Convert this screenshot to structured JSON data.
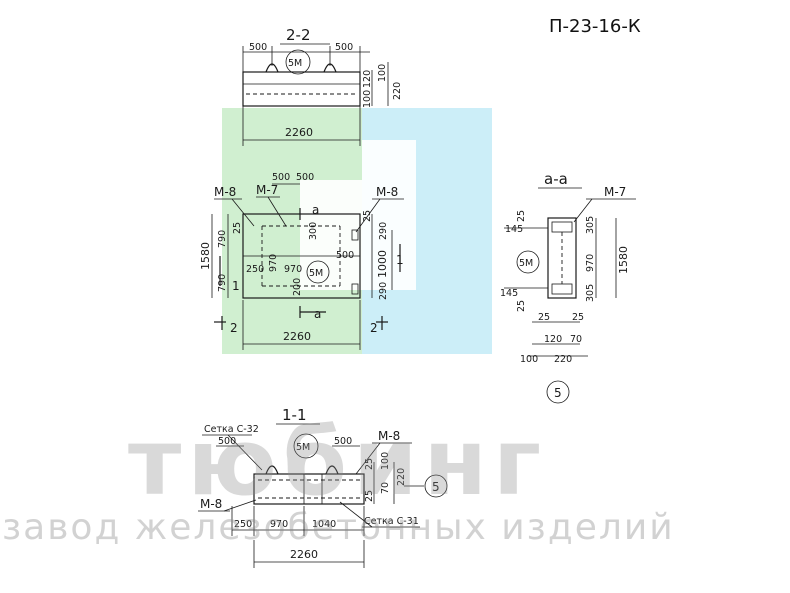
{
  "drawing_number": "П-23-16-К",
  "watermark": {
    "brand": "тюбинг",
    "tagline": "завод железобетонных изделий",
    "colors": {
      "green": "#c8ecc8",
      "blue": "#c6ecf7",
      "gray": "#8c8c8c"
    }
  },
  "section_2_2": {
    "label": "2-2",
    "dims": {
      "left_offset": "500",
      "right_offset": "500",
      "length": "2260",
      "h_top": "100",
      "h_mid": "120",
      "h_bottom": "100",
      "h_total": "220"
    },
    "loop_mark": "5М"
  },
  "plan": {
    "marks": {
      "m8_left": "М-8",
      "m7": "М-7",
      "m8_right": "М-8",
      "loop": "5М"
    },
    "dims_top": [
      "500",
      "500"
    ],
    "dims_left": {
      "total": "1580",
      "upper": "790",
      "lower": "790",
      "inner_a": "25",
      "inner_b": "250"
    },
    "dims_inner": {
      "w1": "970",
      "w2": "970",
      "d_300": "300",
      "d_500": "500",
      "d_200": "200"
    },
    "dims_right": {
      "total": "1000",
      "upper": "290",
      "lower": "290",
      "top_small": "25"
    },
    "section_a_top": "а",
    "section_a_bottom": "а",
    "section_1_left": "1",
    "section_1_right": "1",
    "section_2_left": "2",
    "section_2_right": "2",
    "length": "2260"
  },
  "section_a_a": {
    "label": "а-а",
    "mark": "М-7",
    "loop": "5М",
    "dims_right": {
      "total": "1580",
      "upper": "305",
      "middle": "970",
      "lower": "305"
    },
    "dims_left": {
      "top_a": "25",
      "top_b": "145",
      "bottom_a": "145",
      "bottom_b": "25"
    },
    "dims_bottom": {
      "a": "25",
      "b": "25",
      "c": "120",
      "d": "70",
      "e": "100",
      "f": "220"
    },
    "detail_no": "5"
  },
  "section_1_1": {
    "label": "1-1",
    "mesh_top": "Сетка С-32",
    "mesh_bottom": "Сетка С-31",
    "mark_right": "М-8",
    "mark_left": "М-8",
    "loop": "5М",
    "dims_top": [
      "500",
      "500"
    ],
    "dims_bottom": [
      "250",
      "970",
      "1040"
    ],
    "dims_right": {
      "a": "25",
      "b": "100",
      "c": "220",
      "d": "70",
      "e": "25"
    },
    "length": "2260",
    "detail_no": "5"
  }
}
